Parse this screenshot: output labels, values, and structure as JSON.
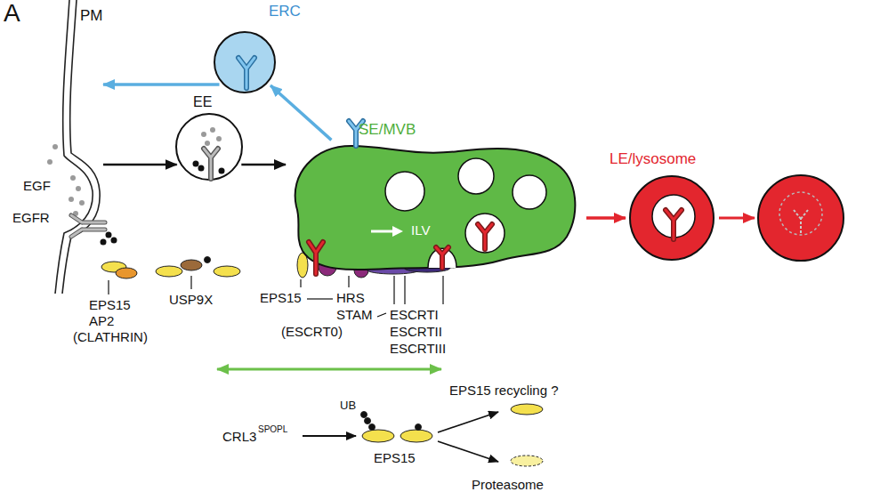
{
  "diagram": {
    "nodes": [
      {
        "text": [
          "PM"
        ]
      },
      {
        "text": [
          "ERC"
        ]
      },
      {
        "text": [
          "EE"
        ]
      },
      {
        "text": [
          "SE/MVB"
        ]
      },
      {
        "text": [
          "LE/lysosome"
        ]
      }
    ],
    "edges": [
      {
        "from": 0,
        "to": 2,
        "arrow": "to"
      },
      {
        "from": 2,
        "to": 3,
        "arrow": "to"
      },
      {
        "from": 3,
        "to": 1,
        "arrow": "to"
      },
      {
        "from": 1,
        "to": 0,
        "arrow": "to"
      },
      {
        "from": 3,
        "to": 4,
        "arrow": "to"
      }
    ],
    "labels": [
      "A",
      "EGF",
      "EGFR",
      "EPS15",
      "AP2",
      "(CLATHRIN)",
      "USP9X",
      "EPS15",
      "HRS",
      "STAM",
      "(ESCRT0)",
      "ESCRTI",
      "ESCRTII",
      "ESCRTIII",
      "ILV",
      "EPS15 recycling ?",
      "UB",
      "CRL3",
      "SPOPL",
      "EPS15",
      "Proteasome"
    ]
  }
}
